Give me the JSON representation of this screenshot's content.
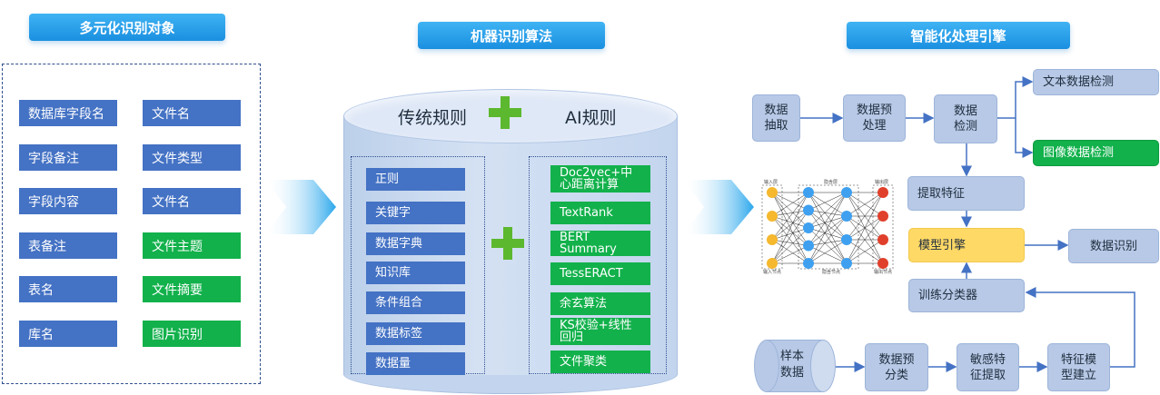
{
  "headers": {
    "objects": "多元化识别对象",
    "algorithms": "机器识别算法",
    "engine": "智能化处理引擎"
  },
  "objects": {
    "left": [
      "数据库字段名",
      "字段备注",
      "字段内容",
      "表备注",
      "表名",
      "库名"
    ],
    "right": [
      "文件名",
      "文件类型",
      "文件名",
      "文件主题",
      "文件摘要",
      "图片识别"
    ]
  },
  "algorithms": {
    "traditional_title": "传统规则",
    "ai_title": "AI规则",
    "traditional_rules": [
      "正则",
      "关键字",
      "数据字典",
      "知识库",
      "条件组合",
      "数据标签",
      "数据量"
    ],
    "ai_rules": [
      [
        "Doc2vec+中",
        "心距离计算"
      ],
      [
        "TextRank"
      ],
      [
        "BERT",
        "Summary"
      ],
      [
        "TessERACT"
      ],
      [
        "余玄算法"
      ],
      [
        "KS校验+线性",
        "回归"
      ],
      [
        "文件聚类"
      ]
    ]
  },
  "engine": {
    "extract": [
      "数据",
      "抽取"
    ],
    "preprocess": [
      "数据预",
      "处理"
    ],
    "detect": [
      "数据",
      "检测"
    ],
    "text_detect": "文本数据检测",
    "image_detect": "图像数据检测",
    "feature_extract": "提取特征",
    "model_engine": "模型引擎",
    "data_recognition": "数据识别",
    "train_classifier": "训练分类器",
    "sample_data": [
      "样本",
      "数据"
    ],
    "preprocess_classify": [
      "数据预",
      "分类"
    ],
    "sensitive_feature": [
      "敏感特",
      "征提取"
    ],
    "feature_model": [
      "特征模",
      "型建立"
    ]
  },
  "nn_labels": {
    "input_layer": "输入层",
    "hidden_layer": "隐含层",
    "output_layer": "输出层",
    "input_node": "输入节点",
    "hidden_node": "隐含节点",
    "output_node": "输出节点"
  },
  "colors": {
    "pill_blue": "#1a8fe0",
    "tag_blue": "#4472c4",
    "tag_green": "#12b14b",
    "box_lightblue": "#b7c9e6",
    "box_yellow": "#ffd966",
    "plus_green": "#5cb82e",
    "arrow_blue": "#4472c4"
  }
}
